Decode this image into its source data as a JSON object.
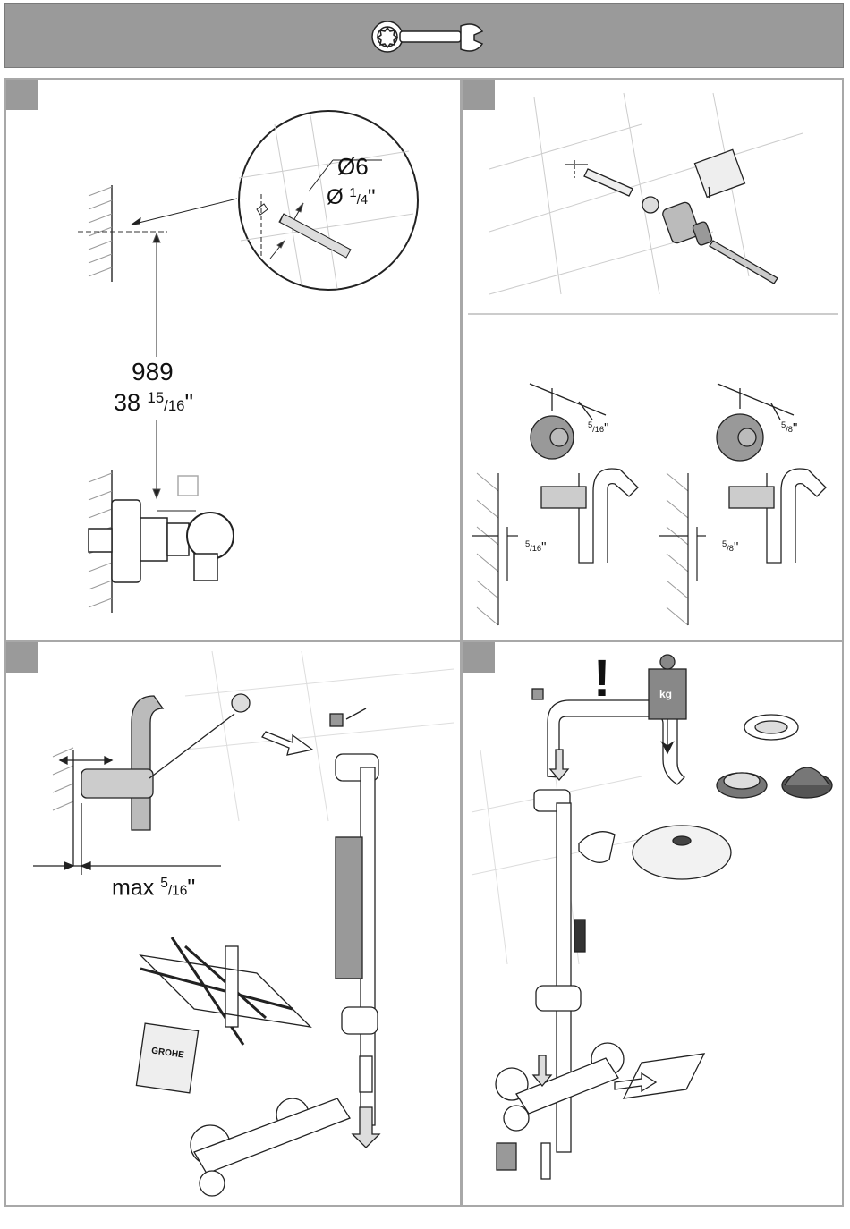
{
  "header": {
    "icon": "wrench-icon"
  },
  "panel1": {
    "drill_diameter_mm": "Ø6",
    "drill_diameter_in": {
      "prefix": "Ø ",
      "num": "1",
      "den": "/4",
      "suffix": "\""
    },
    "height_mm": "989",
    "height_in": {
      "whole": "38 ",
      "num": "15",
      "den": "/16",
      "suffix": "\""
    }
  },
  "panel2b": {
    "left_top_dim": {
      "num": "5",
      "den": "/16",
      "suffix": "\""
    },
    "left_wall_dim": {
      "num": "5",
      "den": "/16",
      "suffix": "\""
    },
    "right_top_dim": {
      "num": "5",
      "den": "/8",
      "suffix": "\""
    },
    "right_wall_dim": {
      "num": "5",
      "den": "/8",
      "suffix": "\""
    }
  },
  "panel3": {
    "max_gap": {
      "prefix": "max ",
      "num": "5",
      "den": "/16",
      "suffix": "\""
    },
    "grohe_logo": "GROHE"
  },
  "panel4": {
    "warning_mark": "!",
    "weight_unit": "kg"
  }
}
